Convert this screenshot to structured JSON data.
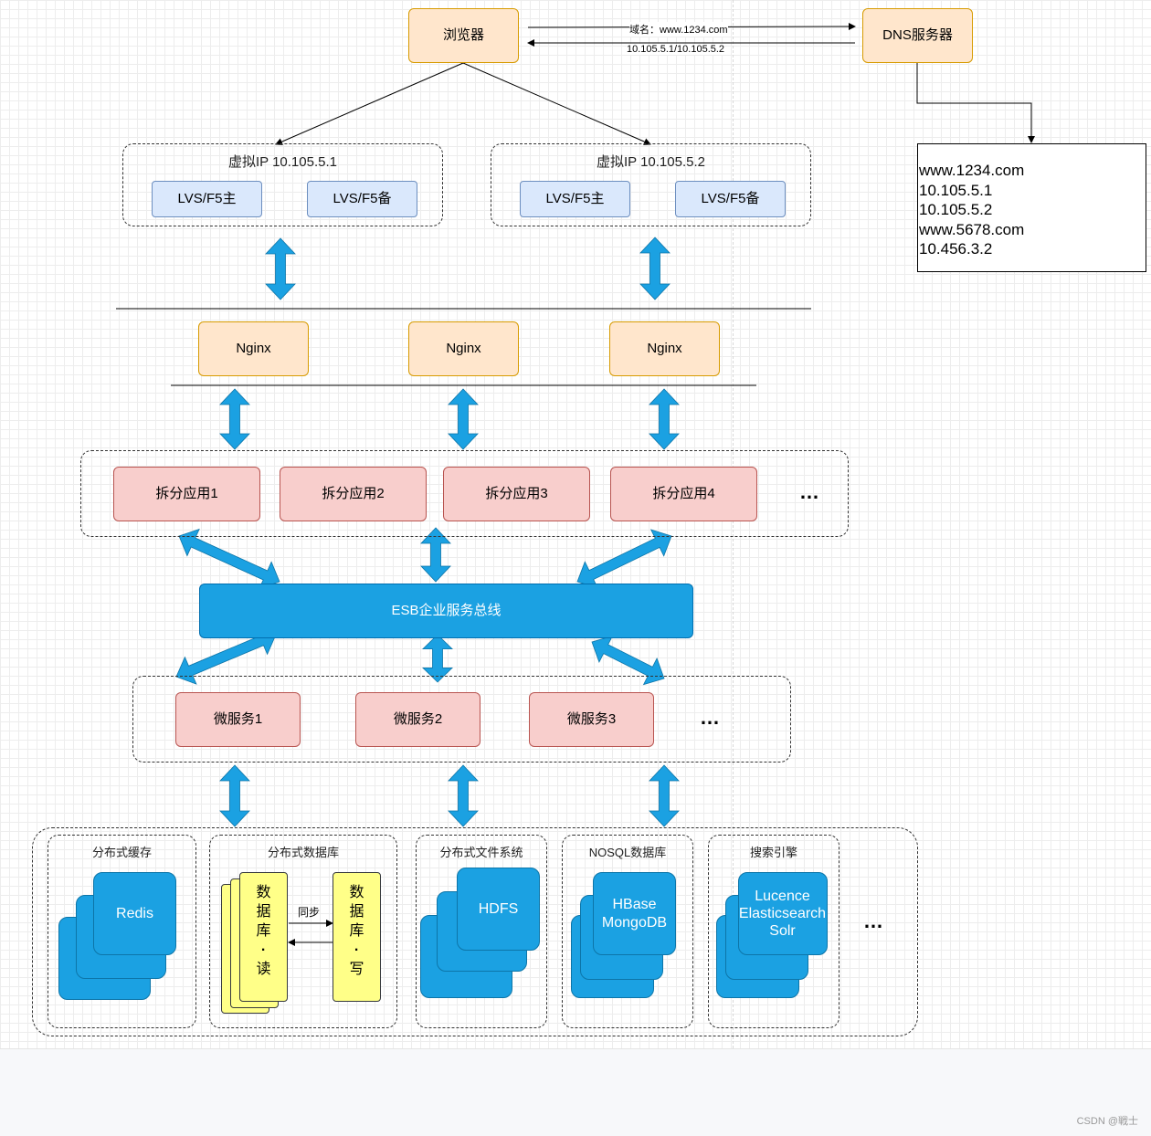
{
  "browser": "浏览器",
  "dns_server": "DNS服务器",
  "domain_label": "域名：www.1234.com",
  "ip_label": "10.105.5.1/10.105.5.2",
  "dns_records": [
    "www.1234.com",
    "10.105.5.1",
    "10.105.5.2",
    "www.5678.com",
    "10.456.3.2"
  ],
  "vip_groups": [
    {
      "title": "虚拟IP 10.105.5.1",
      "primary": "LVS/F5主",
      "backup": "LVS/F5备"
    },
    {
      "title": "虚拟IP 10.105.5.2",
      "primary": "LVS/F5主",
      "backup": "LVS/F5备"
    }
  ],
  "nginx": [
    "Nginx",
    "Nginx",
    "Nginx"
  ],
  "split_apps": [
    "拆分应用1",
    "拆分应用2",
    "拆分应用3",
    "拆分应用4"
  ],
  "ellipsis": "…",
  "esb": "ESB企业服务总线",
  "microservices": [
    "微服务1",
    "微服务2",
    "微服务3"
  ],
  "storage": {
    "cache": {
      "title": "分布式缓存",
      "label": "Redis"
    },
    "database": {
      "title": "分布式数据库",
      "read_chars": [
        "数",
        "据",
        "库",
        "·",
        "读"
      ],
      "write_chars": [
        "数",
        "据",
        "库",
        "·",
        "写"
      ],
      "sync": "同步"
    },
    "file_system": {
      "title": "分布式文件系统",
      "label": "HDFS"
    },
    "nosql": {
      "title": "NOSQL数据库",
      "line1": "HBase",
      "line2": "MongoDB"
    },
    "search": {
      "title": "搜索引擎",
      "line1": "Lucence",
      "line2": "Elasticsearch",
      "line3": "Solr"
    }
  },
  "watermark": "CSDN @戦士",
  "colors": {
    "arrow_blue": "#1ba1e2",
    "orange_fill": "#ffe6cc",
    "red_fill": "#f8cecc",
    "blue_fill": "#dae8fc",
    "yellow_fill": "#ffff88"
  }
}
